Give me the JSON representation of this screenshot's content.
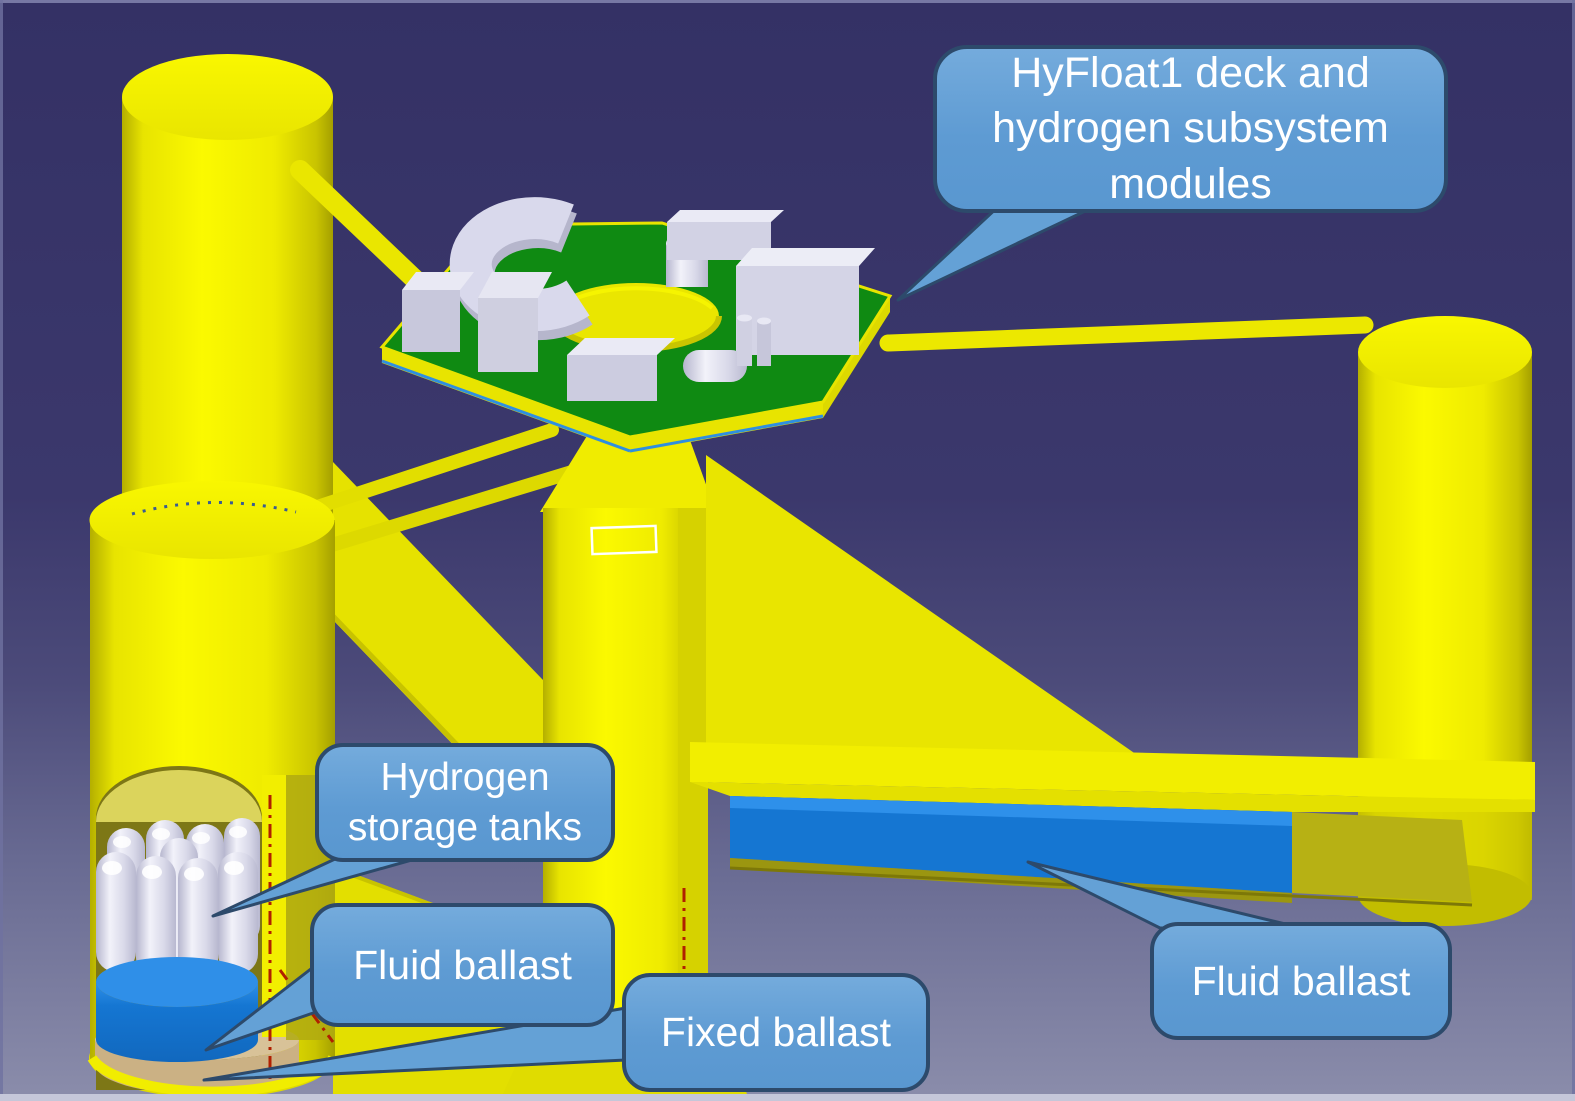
{
  "callouts": {
    "deck_modules": {
      "label": "HyFloat1 deck and hydrogen subsystem modules"
    },
    "hydrogen_storage": {
      "label": "Hydrogen storage tanks"
    },
    "fluid_ballast_left": {
      "label": "Fluid ballast"
    },
    "fixed_ballast": {
      "label": "Fixed ballast"
    },
    "fluid_ballast_right": {
      "label": "Fluid ballast"
    }
  },
  "colors": {
    "callout_fill": "#5e9bd3",
    "callout_border": "#2d4a6b",
    "callout_text": "#ffffff",
    "hull_yellow": "#f2ee00",
    "hull_shadow": "#b0ab00",
    "deck_green": "#0f8a12",
    "ballast_blue": "#1576d2",
    "fixed_ballast_tan": "#ccb286",
    "module_white": "#dcdcec",
    "hidden_line_red": "#b02000",
    "background_top": "#343165",
    "background_bottom": "#8a8ca9"
  }
}
